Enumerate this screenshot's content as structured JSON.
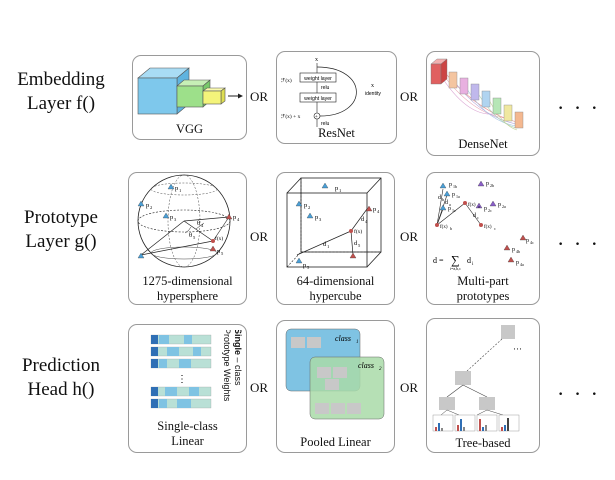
{
  "rows": {
    "embedding": "Embedding\nLayer f()",
    "prototype": "Prototype\nLayer g()",
    "prediction": "Prediction\nHead h()"
  },
  "or_label": "OR",
  "ellipsis": "· · ·",
  "embedding": {
    "vgg": "VGG",
    "resnet": "ResNet",
    "densenet": "DenseNet",
    "resnet_block": {
      "x_top": "x",
      "fx": "ℱ(x)",
      "weight_layer_1": "weight layer",
      "relu_1": "relu",
      "weight_layer_2": "weight layer",
      "fx_plus_x": "ℱ(x) + x",
      "x_identity": "x",
      "identity": "identity",
      "relu_2": "relu"
    }
  },
  "prototype": {
    "hypersphere": "1275-dimensional\nhypersphere",
    "hypercube": "64-dimensional\nhypercube",
    "multipart": "Multi-part\nprototypes",
    "sphere_labels": {
      "p1": "p",
      "p1s": "1",
      "p2": "p",
      "p2s": "2",
      "p3": "p",
      "p3s": "3",
      "p4": "p",
      "p4s": "4",
      "p5": "p",
      "p5s": "5",
      "fx": "f(x)",
      "th4": "θ",
      "th4s": "4",
      "th5": "θ",
      "th5s": "5"
    },
    "cube_labels": {
      "p1": "p",
      "p1s": "1",
      "p2": "p",
      "p2s": "2",
      "p3": "p",
      "p3s": "3",
      "p4": "p",
      "p4s": "4",
      "p5": "p",
      "p5s": "5",
      "fx": "f(x)",
      "d1": "d",
      "d1s": "1",
      "d4": "d",
      "d4s": "4",
      "d5": "d",
      "d5s": "5"
    },
    "multipart_labels": {
      "p1b": "p",
      "p1bs": "1b",
      "p2b": "p",
      "p2bs": "2b",
      "p1a": "p",
      "p1as": "1a",
      "p1c": "p",
      "p1cs": "1c",
      "p2c": "p",
      "p2cs": "2c",
      "p2a": "p",
      "p2as": "2a",
      "p4c": "p",
      "p4cs": "4c",
      "p4b": "p",
      "p4bs": "4b",
      "p4a": "p",
      "p4as": "4a",
      "fxb": "f(x)",
      "fxbs": "b",
      "fxa": "f(x)",
      "fxas": "a",
      "fxc": "f(x)",
      "fxcs": "c",
      "db": "d",
      "dbs": "b",
      "da": "d",
      "das": "a",
      "dc": "d",
      "dcs": "c",
      "formula_lhs": "d = ",
      "formula_sum": "∑",
      "formula_range": "i=a,b,c",
      "formula_di": "d",
      "formula_dis": "i"
    }
  },
  "prediction": {
    "single_class": "Single-class\nLinear",
    "pooled": "Pooled Linear",
    "tree": "Tree-based",
    "weights_text": "Single",
    "weights_text_2": " – class",
    "weights_text_3": "Prototype Weights",
    "vdots": "⋮",
    "class1": "class",
    "class1s": "1",
    "class2": "class",
    "class2s": "2",
    "tree_dots": "···"
  },
  "colors": {
    "proto_blue": "#4a9fd6",
    "proto_red": "#c0504d",
    "proto_purple": "#8a5fc9",
    "class1_fill": "#7fc3e3",
    "class2_fill": "#a9dba8",
    "vgg_blue": "#7ec8ec",
    "vgg_green": "#9de08a",
    "vgg_yellow": "#f4f47a"
  }
}
